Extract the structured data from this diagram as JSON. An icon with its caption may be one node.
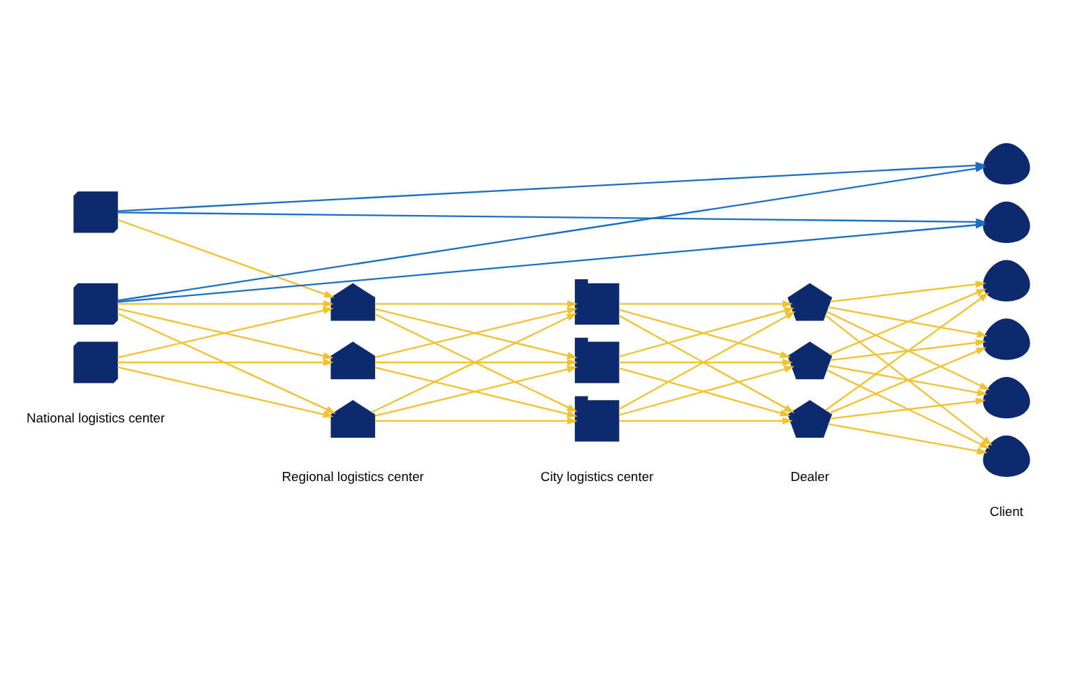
{
  "diagram": {
    "nodes": [
      {
        "text": [],
        "shape": "building"
      },
      {
        "text": [],
        "shape": "building"
      },
      {
        "text": [],
        "shape": "building"
      },
      {
        "text": [],
        "shape": "house"
      },
      {
        "text": [],
        "shape": "house"
      },
      {
        "text": [],
        "shape": "house"
      },
      {
        "text": [],
        "shape": "factory"
      },
      {
        "text": [],
        "shape": "factory"
      },
      {
        "text": [],
        "shape": "factory"
      },
      {
        "text": [],
        "shape": "barn"
      },
      {
        "text": [],
        "shape": "barn"
      },
      {
        "text": [],
        "shape": "barn"
      },
      {
        "text": [],
        "shape": "person"
      },
      {
        "text": [],
        "shape": "person"
      },
      {
        "text": [],
        "shape": "person"
      },
      {
        "text": [],
        "shape": "person"
      },
      {
        "text": [],
        "shape": "person"
      },
      {
        "text": [],
        "shape": "person"
      }
    ],
    "edges": [
      {
        "from": 0,
        "to": 12,
        "arrow": "to",
        "color": "#1a6fc4"
      },
      {
        "from": 0,
        "to": 13,
        "arrow": "to",
        "color": "#1a6fc4"
      },
      {
        "from": 1,
        "to": 12,
        "arrow": "to",
        "color": "#1a6fc4"
      },
      {
        "from": 1,
        "to": 13,
        "arrow": "to",
        "color": "#1a6fc4"
      },
      {
        "from": 0,
        "to": 3,
        "arrow": "to"
      },
      {
        "from": 1,
        "to": 3,
        "arrow": "to"
      },
      {
        "from": 1,
        "to": 4,
        "arrow": "to"
      },
      {
        "from": 1,
        "to": 5,
        "arrow": "to"
      },
      {
        "from": 2,
        "to": 3,
        "arrow": "to"
      },
      {
        "from": 2,
        "to": 4,
        "arrow": "to"
      },
      {
        "from": 2,
        "to": 5,
        "arrow": "to"
      },
      {
        "from": 3,
        "to": 6,
        "arrow": "to"
      },
      {
        "from": 3,
        "to": 7,
        "arrow": "to"
      },
      {
        "from": 3,
        "to": 8,
        "arrow": "to"
      },
      {
        "from": 4,
        "to": 6,
        "arrow": "to"
      },
      {
        "from": 4,
        "to": 7,
        "arrow": "to"
      },
      {
        "from": 4,
        "to": 8,
        "arrow": "to"
      },
      {
        "from": 5,
        "to": 6,
        "arrow": "to"
      },
      {
        "from": 5,
        "to": 7,
        "arrow": "to"
      },
      {
        "from": 5,
        "to": 8,
        "arrow": "to"
      },
      {
        "from": 6,
        "to": 9,
        "arrow": "to"
      },
      {
        "from": 6,
        "to": 10,
        "arrow": "to"
      },
      {
        "from": 6,
        "to": 11,
        "arrow": "to"
      },
      {
        "from": 7,
        "to": 9,
        "arrow": "to"
      },
      {
        "from": 7,
        "to": 10,
        "arrow": "to"
      },
      {
        "from": 7,
        "to": 11,
        "arrow": "to"
      },
      {
        "from": 8,
        "to": 9,
        "arrow": "to"
      },
      {
        "from": 8,
        "to": 10,
        "arrow": "to"
      },
      {
        "from": 8,
        "to": 11,
        "arrow": "to"
      },
      {
        "from": 9,
        "to": 14,
        "arrow": "to"
      },
      {
        "from": 9,
        "to": 15,
        "arrow": "to"
      },
      {
        "from": 9,
        "to": 16,
        "arrow": "to"
      },
      {
        "from": 9,
        "to": 17,
        "arrow": "to"
      },
      {
        "from": 10,
        "to": 14,
        "arrow": "to"
      },
      {
        "from": 10,
        "to": 15,
        "arrow": "to"
      },
      {
        "from": 10,
        "to": 16,
        "arrow": "to"
      },
      {
        "from": 10,
        "to": 17,
        "arrow": "to"
      },
      {
        "from": 11,
        "to": 14,
        "arrow": "to"
      },
      {
        "from": 11,
        "to": 15,
        "arrow": "to"
      },
      {
        "from": 11,
        "to": 16,
        "arrow": "to"
      },
      {
        "from": 11,
        "to": 17,
        "arrow": "to"
      }
    ],
    "labels": [
      "National logistics center",
      "Regional logistics center",
      "City logistics center",
      "Dealer",
      "Client"
    ]
  }
}
